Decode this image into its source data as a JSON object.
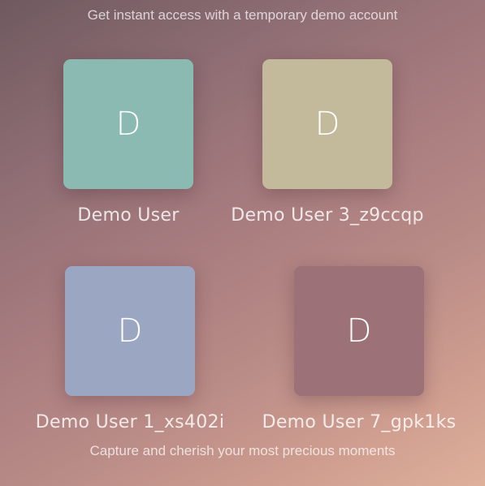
{
  "header": {
    "hint": "Get instant access with a temporary demo account"
  },
  "profiles": [
    {
      "initial": "D",
      "name": "Demo User",
      "color": "#8bbab2"
    },
    {
      "initial": "D",
      "name": "Demo User 3_z9ccqp",
      "color": "#c3b99b"
    },
    {
      "initial": "D",
      "name": "Demo User 1_xs402i",
      "color": "#9ba7c2"
    },
    {
      "initial": "D",
      "name": "Demo User 7_gpk1ks",
      "color": "#9c7177"
    }
  ],
  "footer": {
    "tagline": "Capture and cherish your most precious moments"
  }
}
